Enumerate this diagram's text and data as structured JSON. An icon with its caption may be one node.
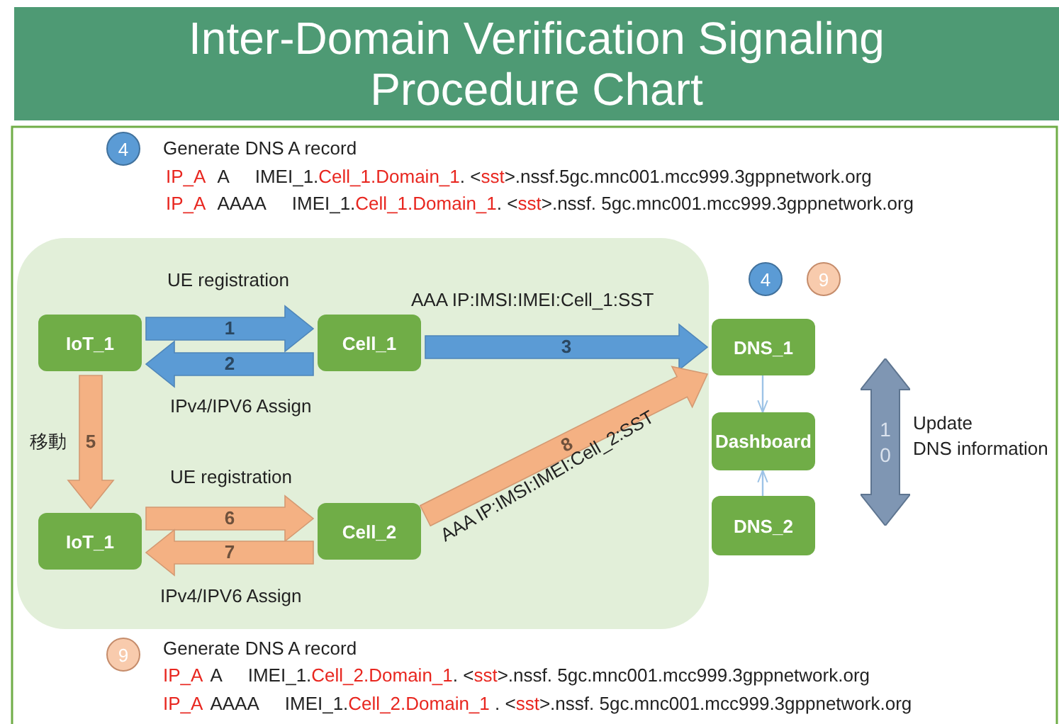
{
  "diagram": {
    "title": "Inter-Domain Verification Signaling Procedure Chart",
    "nodes": [
      {
        "text": [
          "4"
        ]
      },
      {
        "text": [],
        "shape": "box"
      },
      {
        "text": [
          "IoT_1"
        ],
        "in": 1
      },
      {
        "text": [
          "Cell_1"
        ],
        "in": 1
      },
      {
        "text": [
          "IoT_1"
        ],
        "in": 1
      },
      {
        "text": [
          "Cell_2"
        ],
        "in": 1
      },
      {
        "text": [
          "4"
        ]
      },
      {
        "text": [
          "9"
        ]
      },
      {
        "text": [
          "DNS_1"
        ]
      },
      {
        "text": [
          "Dashboard"
        ]
      },
      {
        "text": [
          "DNS_2"
        ]
      },
      {
        "text": [
          "10"
        ],
        "beside": [
          "Update",
          "DNS information"
        ]
      },
      {
        "text": [
          "9"
        ]
      }
    ],
    "edges": [
      {
        "from": 2,
        "to": 3,
        "arrow": "to",
        "label": "1",
        "style": "thick",
        "color": "#5b9bd5"
      },
      {
        "from": 3,
        "to": 2,
        "arrow": "to",
        "label": "2",
        "style": "thick",
        "color": "#5b9bd5"
      },
      {
        "from": 3,
        "to": 8,
        "arrow": "to",
        "label": "3",
        "style": "thick",
        "color": "#5b9bd5"
      },
      {
        "from": 2,
        "to": 4,
        "arrow": "to",
        "label": "5",
        "style": "thick",
        "color": "#f4b183"
      },
      {
        "from": 4,
        "to": 5,
        "arrow": "to",
        "label": "6",
        "style": "thick",
        "color": "#f4b183"
      },
      {
        "from": 5,
        "to": 4,
        "arrow": "to",
        "label": "7",
        "style": "thick",
        "color": "#f4b183"
      },
      {
        "from": 5,
        "to": 8,
        "arrow": "to",
        "label": "8",
        "style": "thick",
        "color": "#f4b183"
      },
      {
        "from": 8,
        "to": 9,
        "arrow": "to",
        "color": "#9dc3e6"
      },
      {
        "from": 10,
        "to": 9,
        "arrow": "to",
        "color": "#9dc3e6"
      }
    ],
    "labels": [
      "Generate DNS A record",
      "IP_A",
      "A",
      "IMEI_1.",
      "Cell_1.Domain_1",
      ". <",
      "sst",
      ">.nssf.5gc.mnc001.mcc999.3gppnetwork.org",
      "IP_A",
      "AAAA",
      "IMEI_1.",
      "Cell_1.Domain_1",
      ". <",
      "sst",
      ">.nssf. 5gc.mnc001.mcc999.3gppnetwork.org",
      "UE registration",
      "AAA IP:IMSI:IMEI:Cell_1:SST",
      "IPv4/IPV6 Assign",
      "移動",
      "UE registration",
      "AAA IP:IMSI:IMEI:Cell_2:SST",
      "IPv4/IPV6 Assign",
      "Generate DNS A record",
      "IP_A",
      "A",
      "IMEI_1.",
      "Cell_2.Domain_1",
      ". <",
      "sst",
      ">.nssf. 5gc.mnc001.mcc999.3gppnetwork.org",
      "IP_A",
      "AAAA",
      "IMEI_1.",
      "Cell_2.Domain_1",
      " . <",
      "sst",
      ">.nssf. 5gc.mnc001.mcc999.3gppnetwork.org"
    ]
  }
}
